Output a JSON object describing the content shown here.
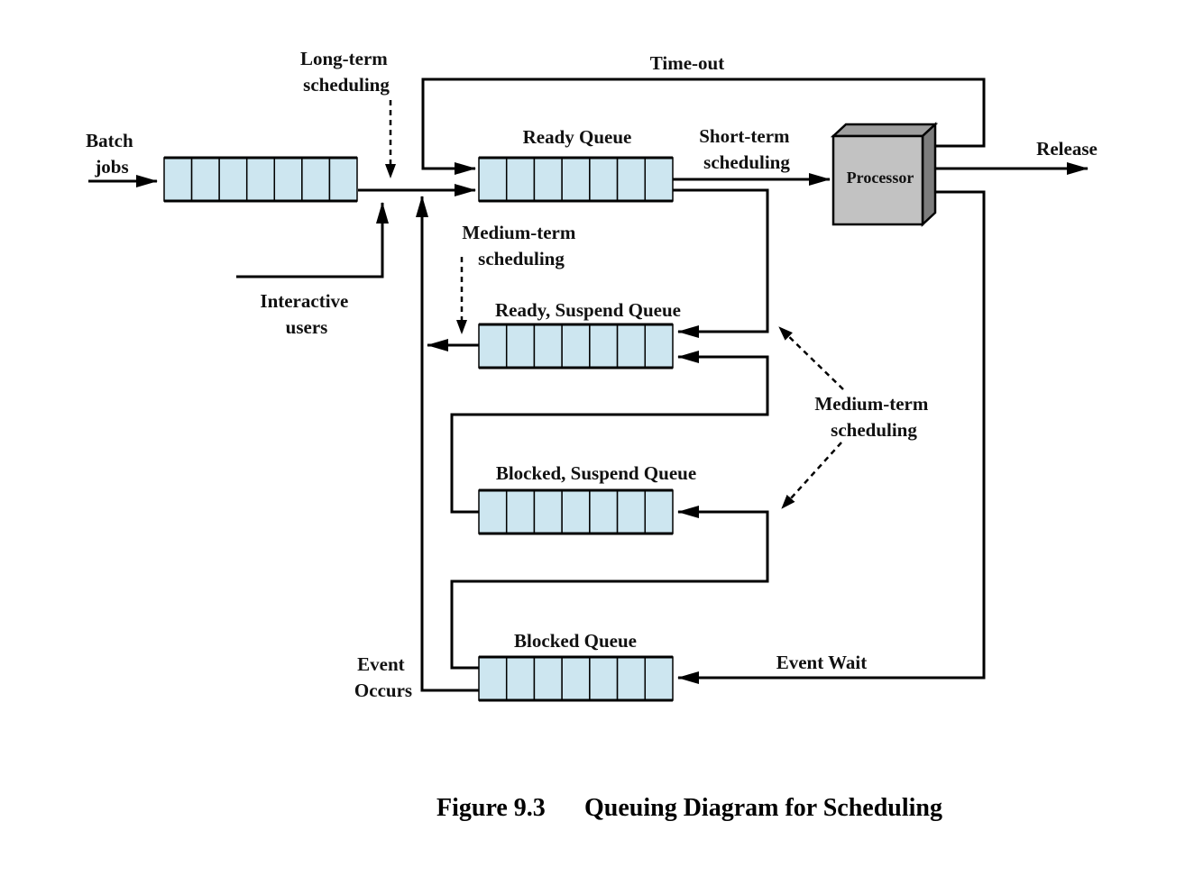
{
  "colors": {
    "queue_fill": "#cde6f0",
    "processor_front": "#c2c2c2",
    "processor_top": "#9e9e9e",
    "processor_side": "#7c7c7c",
    "line": "#000000"
  },
  "labels": {
    "batch_jobs": [
      "Batch",
      "jobs"
    ],
    "long_term": [
      "Long-term",
      "scheduling"
    ],
    "time_out": "Time-out",
    "ready_queue": "Ready Queue",
    "short_term": [
      "Short-term",
      "scheduling"
    ],
    "processor": "Processor",
    "release": "Release",
    "interactive_users": [
      "Interactive",
      "users"
    ],
    "medium_term_left": [
      "Medium-term",
      "scheduling"
    ],
    "ready_suspend_queue": "Ready, Suspend Queue",
    "medium_term_right": [
      "Medium-term",
      "scheduling"
    ],
    "blocked_suspend_queue": "Blocked, Suspend Queue",
    "blocked_queue": "Blocked Queue",
    "event_occurs": [
      "Event",
      "Occurs"
    ],
    "event_wait": "Event Wait"
  },
  "caption": {
    "number": "Figure 9.3",
    "title": "Queuing Diagram for Scheduling"
  }
}
